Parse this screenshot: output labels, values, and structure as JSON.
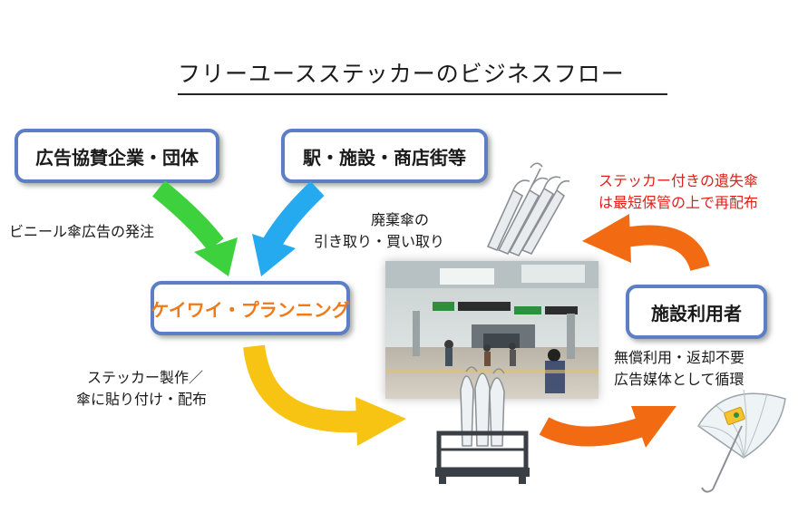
{
  "title": "フリーユースステッカーのビジネスフロー",
  "boxes": {
    "sponsor": "広告協賛企業・団体",
    "station": "駅・施設・商店街等",
    "keiwai": "ケイワイ・プランニング",
    "users": "施設利用者"
  },
  "notes": {
    "sponsor_order": "ビニール傘広告の発注",
    "collect": [
      "廃棄傘の",
      "引き取り・買い取り"
    ],
    "produce": [
      "ステッカー製作／",
      "傘に貼り付け・配布"
    ],
    "users_use": [
      "無償利用・返却不要",
      "広告媒体として循環"
    ],
    "lost_items": [
      "ステッカー付きの遺失傘",
      "は最短保管の上で再配布"
    ]
  },
  "colors": {
    "box_border": "#5b7ec5",
    "arrow_green": "#3dd23d",
    "arrow_blue": "#25aaf0",
    "arrow_yellow": "#f8c413",
    "arrow_orange": "#f26a12",
    "keiwai_text": "#f07a17",
    "red_note": "#e0201a"
  },
  "icons": [
    "umbrella-bundle-icon",
    "station-photo",
    "umbrella-stand-icon",
    "clear-umbrella-icon"
  ]
}
